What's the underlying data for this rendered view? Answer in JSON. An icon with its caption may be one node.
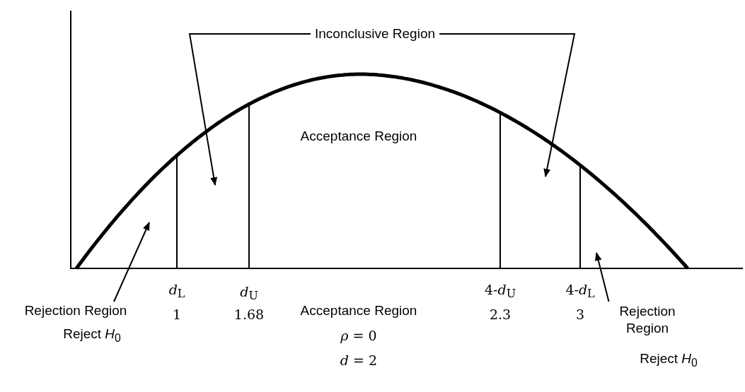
{
  "diagram": {
    "nodes": [
      {
        "text": [
          "Inconclusive Region"
        ]
      },
      {
        "text": [
          "Rejection Region"
        ]
      },
      {
        "text": [
          "Rejection Region"
        ]
      }
    ],
    "edges": [
      {
        "from": 0,
        "to": null,
        "arrow": "to"
      },
      {
        "from": 0,
        "to": null,
        "arrow": "to"
      },
      {
        "from": 1,
        "to": null,
        "arrow": "to"
      },
      {
        "from": 2,
        "to": null,
        "arrow": "to"
      }
    ],
    "labels": [
      "Acceptance Region",
      "*d*$_{L}$",
      "1",
      "*d*$_{U}$",
      "1.68",
      "4-*d*$_{U}$",
      "2.3",
      "4-*d*$_{L}$",
      "3",
      "Reject *H*$_{0}$",
      "Acceptance Region",
      "*ρ* = 0",
      "*d* = 2",
      "Reject *H*$_{0}$"
    ]
  }
}
